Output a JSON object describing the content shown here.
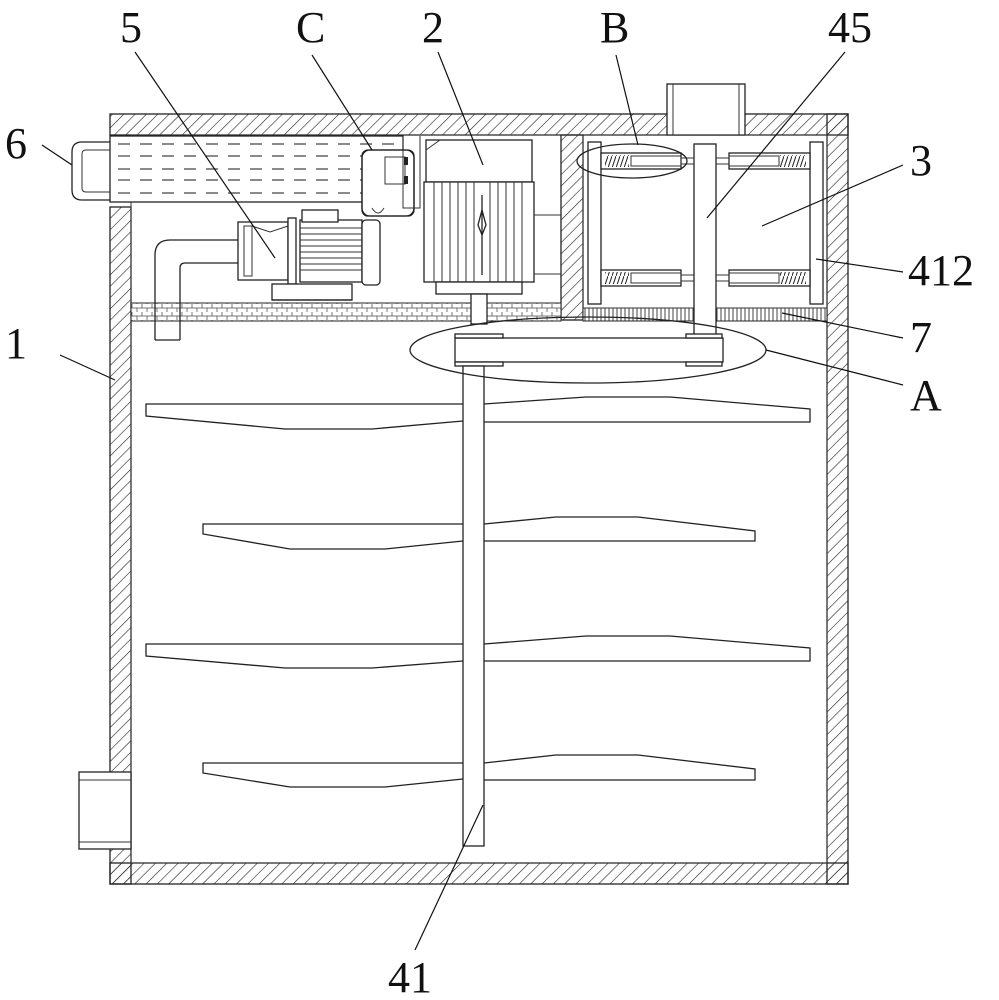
{
  "figure": {
    "type": "patent technical drawing",
    "subject": "mixing tank with motor-driven stirring shaft, pump and water tank (cross-section)",
    "line_color": "#222222",
    "background": "#ffffff"
  },
  "labels": [
    {
      "id": "label-1",
      "text": "1",
      "refers_to": "tank housing wall"
    },
    {
      "id": "label-2",
      "text": "2",
      "refers_to": "drive motor"
    },
    {
      "id": "label-3",
      "text": "3",
      "refers_to": "side chamber"
    },
    {
      "id": "label-5",
      "text": "5",
      "refers_to": "water pump"
    },
    {
      "id": "label-6",
      "text": "6",
      "refers_to": "water tank handle"
    },
    {
      "id": "label-7",
      "text": "7",
      "refers_to": "filter screen layer"
    },
    {
      "id": "label-41",
      "text": "41",
      "refers_to": "stirring shaft"
    },
    {
      "id": "label-45",
      "text": "45",
      "refers_to": "vertical shaft in chamber"
    },
    {
      "id": "label-412",
      "text": "412",
      "refers_to": "scraper plate"
    },
    {
      "id": "label-A",
      "text": "A",
      "refers_to": "detail view A (belt transmission)"
    },
    {
      "id": "label-B",
      "text": "B",
      "refers_to": "detail view B (spring assembly)"
    },
    {
      "id": "label-C",
      "text": "C",
      "refers_to": "detail view C (tank connector)"
    }
  ],
  "stirring_blades": {
    "count_per_side": 4
  }
}
